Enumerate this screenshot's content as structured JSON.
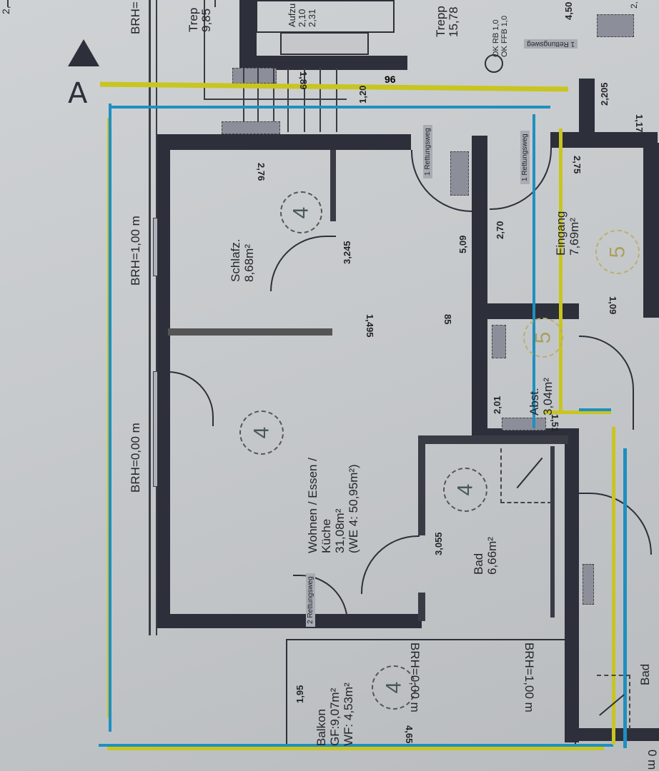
{
  "section_marker": {
    "letter": "A"
  },
  "rooms": [
    {
      "id": "schlafz",
      "name": "Schlafz.",
      "area": "8,68m²",
      "unit": "4"
    },
    {
      "id": "wohnen",
      "name": "Wohnen / Essen /",
      "name2": "Küche",
      "area": "31,08m²",
      "note": "(WE 4: 50,95m²)",
      "unit": "4"
    },
    {
      "id": "bad",
      "name": "Bad",
      "area": "6,66m²",
      "unit": "4"
    },
    {
      "id": "abst",
      "name": "Abst.",
      "area": "3,04m²",
      "unit": "5"
    },
    {
      "id": "eingang",
      "name": "Eingang",
      "area": "7,69m²",
      "unit": "5"
    },
    {
      "id": "balkon",
      "name": "Balkon",
      "gf": "GF:9,07m²",
      "wf": "WF: 4,53m²",
      "unit": "4"
    },
    {
      "id": "bad2",
      "name": "Bad"
    }
  ],
  "top_labels": {
    "trep1": "Trep",
    "trep1_area": "9,85",
    "aufzug": "Aufzu",
    "aufzug_v1": "2,10",
    "aufzug_v2": "2,31",
    "trep2": "Trepp",
    "trep2_area": "15,78",
    "ok_rb": "OK RB 1,0",
    "ok_ffb": "OK FFB 1,0",
    "brh_top": "BRH=",
    "rettung_top": "1 Rettungsweg",
    "corner_top_left": "2,",
    "corner_top_right": "2,"
  },
  "brh": {
    "left_upper": "BRH=1,00 m",
    "left_lower": "BRH=0,00 m",
    "balkon_left": "BRH=0,00 m",
    "balkon_right": "BRH=1,00 m",
    "bottom_right": "0 m"
  },
  "dimensions": {
    "d276": "2,76",
    "d3245": "3,245",
    "d1495": "1,495",
    "d85": "85",
    "d509": "5,09",
    "d270": "2,70",
    "d275": "2,75",
    "d109": "1,09",
    "d201": "2,01",
    "d151": "1,51",
    "d3055": "3,055",
    "d195": "1,95",
    "d465": "4,65",
    "d189": "1,89",
    "d96": "96",
    "d120": "1,20",
    "d2205": "2,205",
    "d117": "1,17",
    "d450": "4,50"
  },
  "escape_routes": [
    {
      "label": "1 Rettungsweg"
    },
    {
      "label": "1 Rettungsweg"
    },
    {
      "label": "2 Rettungsweg"
    }
  ],
  "colors": {
    "wall": "#2d2f3a",
    "yellow_line": "#c8c520",
    "blue_line": "#1f8fc0",
    "paper": "#cfd2d4"
  }
}
